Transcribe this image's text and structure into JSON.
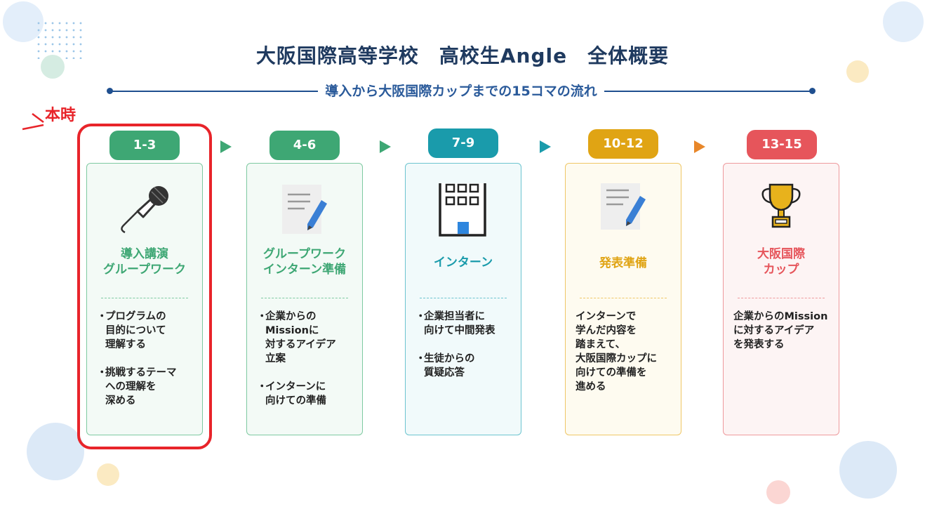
{
  "title": "大阪国際高等学校　高校生Angle　全体概要",
  "subtitle": "導入から大阪国際カップまでの15コマの流れ",
  "current_marker": "本時",
  "colors": {
    "green": "#3ea774",
    "teal": "#1a9bab",
    "amber": "#e0a414",
    "red": "#e6555b",
    "navy": "#1f3a5f"
  },
  "steps": [
    {
      "range": "1-3",
      "title": "導入講演\nグループワーク",
      "icon": "microphone-icon",
      "bullets": [
        "プログラムの\n目的について\n理解する",
        "挑戦するテーマ\nへの理解を\n深める"
      ]
    },
    {
      "range": "4-6",
      "title": "グループワーク\nインターン準備",
      "icon": "document-pencil-icon",
      "bullets": [
        "企業からの\nMissionに\n対するアイデア\n立案",
        "インターンに\n向けての準備"
      ]
    },
    {
      "range": "7-9",
      "title": "インターン",
      "icon": "office-building-icon",
      "bullets": [
        "企業担当者に\n向けて中間発表",
        "生徒からの\n質疑応答"
      ]
    },
    {
      "range": "10-12",
      "title": "発表準備",
      "icon": "document-pencil-icon",
      "text": "インターンで\n学んだ内容を\n踏まえて、\n大阪国際カップに\n向けての準備を\n進める"
    },
    {
      "range": "13-15",
      "title": "大阪国際\nカップ",
      "icon": "trophy-icon",
      "text": "企業からのMission\nに対するアイデア\nを発表する"
    }
  ]
}
